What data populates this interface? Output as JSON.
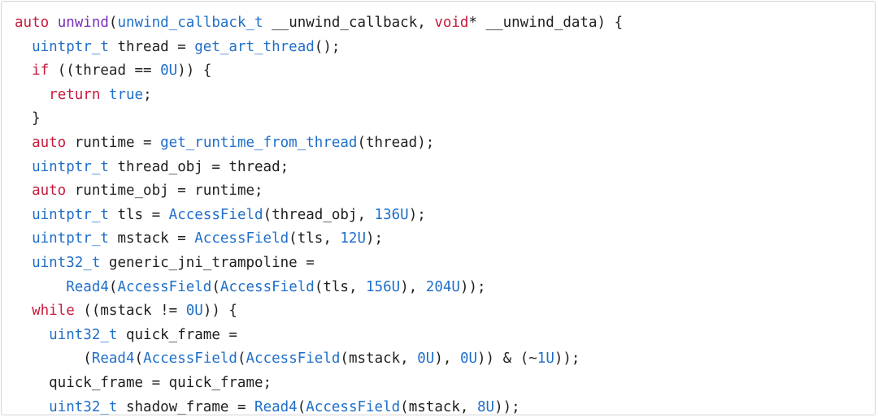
{
  "colors": {
    "keyword": "#c8193c",
    "type": "#1f6fc9",
    "function": "#1f6fc9",
    "decl_function": "#7a2fb8",
    "number": "#1f6fc9",
    "text": "#1f1f1f",
    "border": "#d4d4d4"
  },
  "code": {
    "lines": [
      [
        {
          "t": "auto",
          "c": "kw"
        },
        {
          "t": " "
        },
        {
          "t": "unwind",
          "c": "fnp"
        },
        {
          "t": "("
        },
        {
          "t": "unwind_callback_t",
          "c": "typ"
        },
        {
          "t": " __unwind_callback, "
        },
        {
          "t": "void",
          "c": "kw"
        },
        {
          "t": "* __unwind_data) {"
        }
      ],
      [
        {
          "t": "  "
        },
        {
          "t": "uintptr_t",
          "c": "typ"
        },
        {
          "t": " thread = "
        },
        {
          "t": "get_art_thread",
          "c": "fn"
        },
        {
          "t": "();"
        }
      ],
      [
        {
          "t": "  "
        },
        {
          "t": "if",
          "c": "kw"
        },
        {
          "t": " ((thread == "
        },
        {
          "t": "0U",
          "c": "num"
        },
        {
          "t": ")) {"
        }
      ],
      [
        {
          "t": "    "
        },
        {
          "t": "return",
          "c": "kw"
        },
        {
          "t": " "
        },
        {
          "t": "true",
          "c": "lit"
        },
        {
          "t": ";"
        }
      ],
      [
        {
          "t": "  }"
        }
      ],
      [
        {
          "t": "  "
        },
        {
          "t": "auto",
          "c": "kw"
        },
        {
          "t": " runtime = "
        },
        {
          "t": "get_runtime_from_thread",
          "c": "fn"
        },
        {
          "t": "(thread);"
        }
      ],
      [
        {
          "t": "  "
        },
        {
          "t": "uintptr_t",
          "c": "typ"
        },
        {
          "t": " thread_obj = thread;"
        }
      ],
      [
        {
          "t": "  "
        },
        {
          "t": "auto",
          "c": "kw"
        },
        {
          "t": " runtime_obj = runtime;"
        }
      ],
      [
        {
          "t": "  "
        },
        {
          "t": "uintptr_t",
          "c": "typ"
        },
        {
          "t": " tls = "
        },
        {
          "t": "AccessField",
          "c": "fn"
        },
        {
          "t": "(thread_obj, "
        },
        {
          "t": "136U",
          "c": "num"
        },
        {
          "t": ");"
        }
      ],
      [
        {
          "t": "  "
        },
        {
          "t": "uintptr_t",
          "c": "typ"
        },
        {
          "t": " mstack = "
        },
        {
          "t": "AccessField",
          "c": "fn"
        },
        {
          "t": "(tls, "
        },
        {
          "t": "12U",
          "c": "num"
        },
        {
          "t": ");"
        }
      ],
      [
        {
          "t": "  "
        },
        {
          "t": "uint32_t",
          "c": "typ"
        },
        {
          "t": " generic_jni_trampoline ="
        }
      ],
      [
        {
          "t": "      "
        },
        {
          "t": "Read4",
          "c": "fn"
        },
        {
          "t": "("
        },
        {
          "t": "AccessField",
          "c": "fn"
        },
        {
          "t": "("
        },
        {
          "t": "AccessField",
          "c": "fn"
        },
        {
          "t": "(tls, "
        },
        {
          "t": "156U",
          "c": "num"
        },
        {
          "t": "), "
        },
        {
          "t": "204U",
          "c": "num"
        },
        {
          "t": "));"
        }
      ],
      [
        {
          "t": "  "
        },
        {
          "t": "while",
          "c": "kw"
        },
        {
          "t": " ((mstack != "
        },
        {
          "t": "0U",
          "c": "num"
        },
        {
          "t": ")) {"
        }
      ],
      [
        {
          "t": "    "
        },
        {
          "t": "uint32_t",
          "c": "typ"
        },
        {
          "t": " quick_frame ="
        }
      ],
      [
        {
          "t": "        ("
        },
        {
          "t": "Read4",
          "c": "fn"
        },
        {
          "t": "("
        },
        {
          "t": "AccessField",
          "c": "fn"
        },
        {
          "t": "("
        },
        {
          "t": "AccessField",
          "c": "fn"
        },
        {
          "t": "(mstack, "
        },
        {
          "t": "0U",
          "c": "num"
        },
        {
          "t": "), "
        },
        {
          "t": "0U",
          "c": "num"
        },
        {
          "t": ")) & (~"
        },
        {
          "t": "1U",
          "c": "num"
        },
        {
          "t": "));"
        }
      ],
      [
        {
          "t": "    quick_frame = quick_frame;"
        }
      ],
      [
        {
          "t": "    "
        },
        {
          "t": "uint32_t",
          "c": "typ"
        },
        {
          "t": " shadow_frame = "
        },
        {
          "t": "Read4",
          "c": "fn"
        },
        {
          "t": "("
        },
        {
          "t": "AccessField",
          "c": "fn"
        },
        {
          "t": "(mstack, "
        },
        {
          "t": "8U",
          "c": "num"
        },
        {
          "t": "));"
        }
      ]
    ]
  }
}
